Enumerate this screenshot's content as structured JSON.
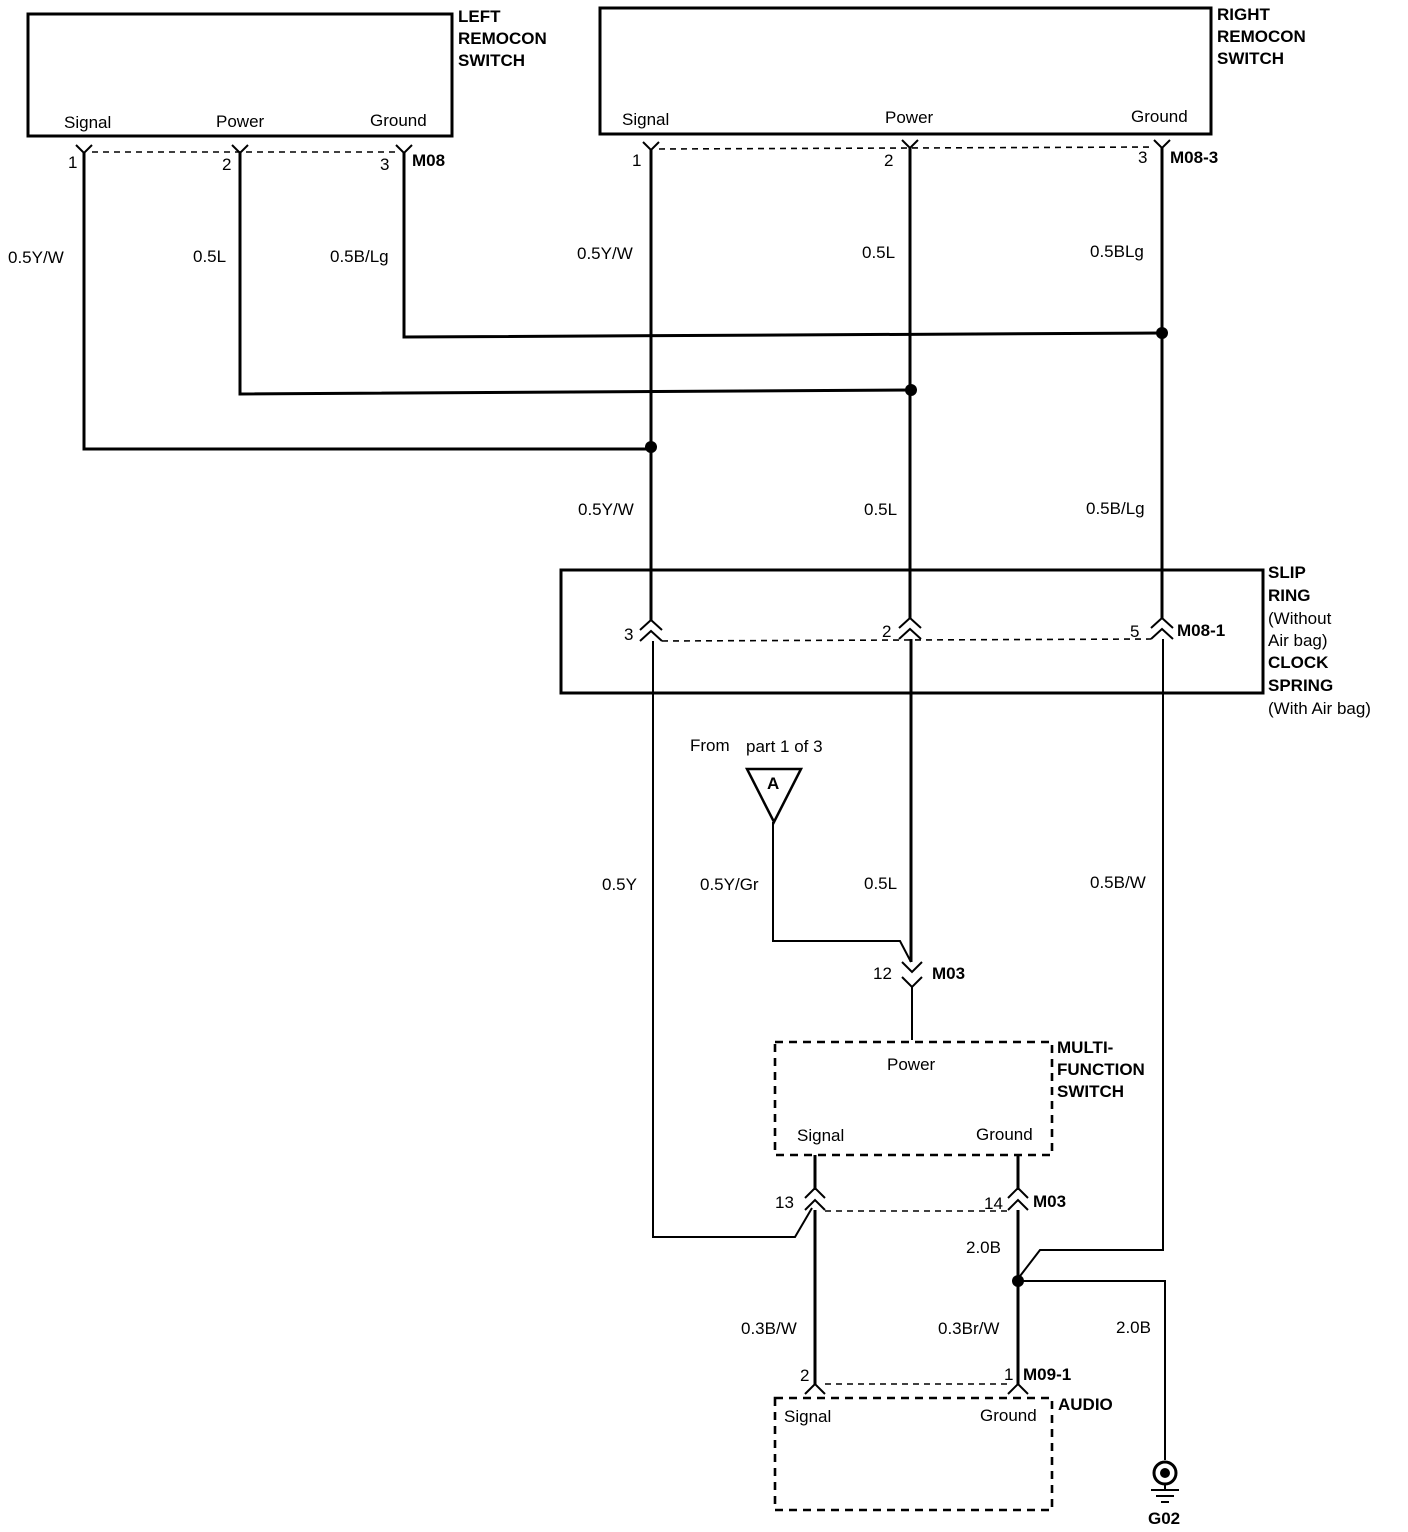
{
  "components": {
    "left_switch": {
      "name": [
        "LEFT",
        "REMOCON",
        "SWITCH"
      ],
      "pins": [
        "Signal",
        "Power",
        "Ground"
      ],
      "pin_numbers": [
        "1",
        "2",
        "3"
      ],
      "connector": "M08"
    },
    "right_switch": {
      "name": [
        "RIGHT",
        "REMOCON",
        "SWITCH"
      ],
      "pins": [
        "Signal",
        "Power",
        "Ground"
      ],
      "pin_numbers": [
        "1",
        "2",
        "3"
      ],
      "connector": "M08-3"
    },
    "slip_ring": {
      "name": [
        "SLIP",
        "RING"
      ],
      "note1": [
        "(Without",
        "Air bag)"
      ],
      "name2": [
        "CLOCK",
        "SPRING"
      ],
      "note2": "(With Air bag)",
      "pin_numbers": [
        "3",
        "2",
        "5"
      ],
      "connector": "M08-1"
    },
    "multifunction_switch": {
      "name": [
        "MULTI-",
        "FUNCTION",
        "SWITCH"
      ],
      "pins": {
        "power": "Power",
        "signal": "Signal",
        "ground": "Ground"
      },
      "pin_power": "12",
      "connector_top": "M03",
      "pin_signal": "13",
      "pin_ground": "14",
      "connector_bottom": "M03"
    },
    "audio": {
      "name": "AUDIO",
      "pins": [
        "Signal",
        "Ground"
      ],
      "pin_numbers": [
        "2",
        "1"
      ],
      "connector": "M09-1"
    },
    "ground": {
      "name": "G02"
    }
  },
  "offpage": {
    "from_text": "From",
    "part_text": "part 1 of 3",
    "letter": "A"
  },
  "wires": {
    "left_signal": "0.5Y/W",
    "left_power": "0.5L",
    "left_ground": "0.5B/Lg",
    "right_signal": "0.5Y/W",
    "right_power": "0.5L",
    "right_ground": "0.5BLg",
    "mid_signal": "0.5Y/W",
    "mid_power": "0.5L",
    "mid_ground": "0.5B/Lg",
    "low_signal": "0.5Y",
    "feed_a": "0.5Y/Gr",
    "low_power": "0.5L",
    "low_ground": "0.5B/W",
    "mfs_ground": "2.0B",
    "audio_signal": "0.3B/W",
    "audio_ground": "0.3Br/W",
    "g02_wire": "2.0B"
  }
}
